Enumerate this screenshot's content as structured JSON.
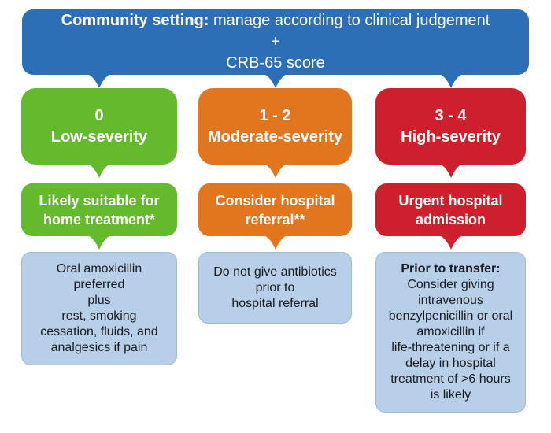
{
  "banner": {
    "bold_text": "Community setting:",
    "rest_text": " manage according to clinical judgement\n+\nCRB-65 score"
  },
  "columns": [
    {
      "name": "low-severity",
      "score": "0",
      "severity_label": "Low-severity",
      "action": "Likely suitable for\nhome treatment*",
      "detail_heading": "",
      "detail_body": "Oral amoxicillin\npreferred\nplus\nrest, smoking\ncessation, fluids, and\nanalgesics if pain",
      "color": "#64ba2d"
    },
    {
      "name": "moderate-severity",
      "score": "1 - 2",
      "severity_label": "Moderate-severity",
      "action": "Consider hospital\nreferral**",
      "detail_heading": "",
      "detail_body": "Do not give antibiotics\nprior to\nhospital referral",
      "color": "#e2761e"
    },
    {
      "name": "high-severity",
      "score": "3 - 4",
      "severity_label": "High-severity",
      "action": "Urgent hospital\nadmission",
      "detail_heading": "Prior to transfer:",
      "detail_body": "\nConsider giving\nintravenous\nbenzylpenicillin or oral\namoxicillin if\nlife-threatening or if a\ndelay in hospital\ntreatment of >6 hours\nis likely",
      "color": "#cd202c"
    }
  ],
  "colors": {
    "banner_blue": "#2d6fb7",
    "low_green": "#64ba2d",
    "moderate_orange": "#e2761e",
    "high_red": "#cd202c",
    "detail_bg": "#b7cfe9",
    "detail_border": "#9cc0c8",
    "text_on_color": "#ffffff",
    "text_dark": "#1a1a1a",
    "background": "#ffffff"
  }
}
